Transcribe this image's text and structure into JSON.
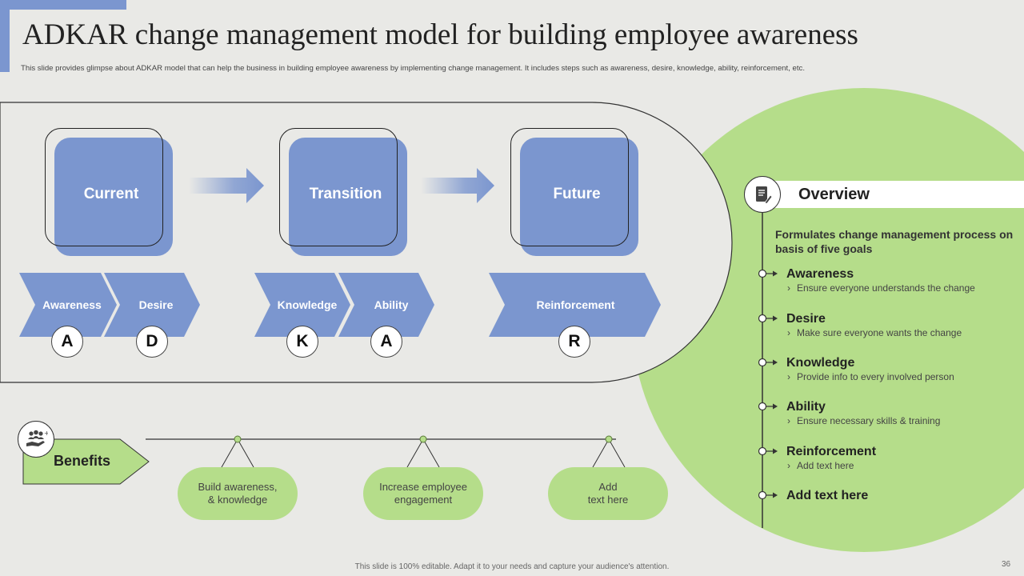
{
  "header": {
    "title": "ADKAR change management model for building employee awareness",
    "subtitle": "This slide provides glimpse about ADKAR model that can help the business in building employee awareness by implementing change management.  It includes steps such as awareness, desire, knowledge, ability, reinforcement, etc."
  },
  "stages": [
    {
      "label": "Current"
    },
    {
      "label": "Transition"
    },
    {
      "label": "Future"
    }
  ],
  "steps": [
    {
      "label": "Awareness",
      "letter": "A"
    },
    {
      "label": "Desire",
      "letter": "D"
    },
    {
      "label": "Knowledge",
      "letter": "K"
    },
    {
      "label": "Ability",
      "letter": "A"
    },
    {
      "label": "Reinforcement",
      "letter": "R"
    }
  ],
  "overview": {
    "title": "Overview",
    "intro": "Formulates change management process on basis of five goals",
    "items": [
      {
        "title": "Awareness",
        "desc": "Ensure everyone understands the change"
      },
      {
        "title": "Desire",
        "desc": "Make sure everyone wants the change"
      },
      {
        "title": "Knowledge",
        "desc": "Provide info to every involved person"
      },
      {
        "title": "Ability",
        "desc": "Ensure necessary skills & training"
      },
      {
        "title": "Reinforcement",
        "desc": "Add text here"
      },
      {
        "title": "Add text here",
        "desc": ""
      }
    ],
    "bullet": "›"
  },
  "benefits": {
    "label": "Benefits",
    "items": [
      {
        "line1": "Build awareness,",
        "line2": "& knowledge"
      },
      {
        "line1": "Increase employee",
        "line2": "engagement"
      },
      {
        "line1": "Add",
        "line2": "text here"
      }
    ]
  },
  "footer": {
    "note": "This slide is 100% editable.  Adapt it to your needs and capture your audience's attention.",
    "page": "36"
  },
  "colors": {
    "blue": "#7b96cf",
    "green": "#b5dd8a",
    "background": "#e9e9e6"
  },
  "icons": {
    "overview": "document-icon",
    "benefits": "team-hand-icon",
    "arrow": "right-arrow-icon"
  }
}
